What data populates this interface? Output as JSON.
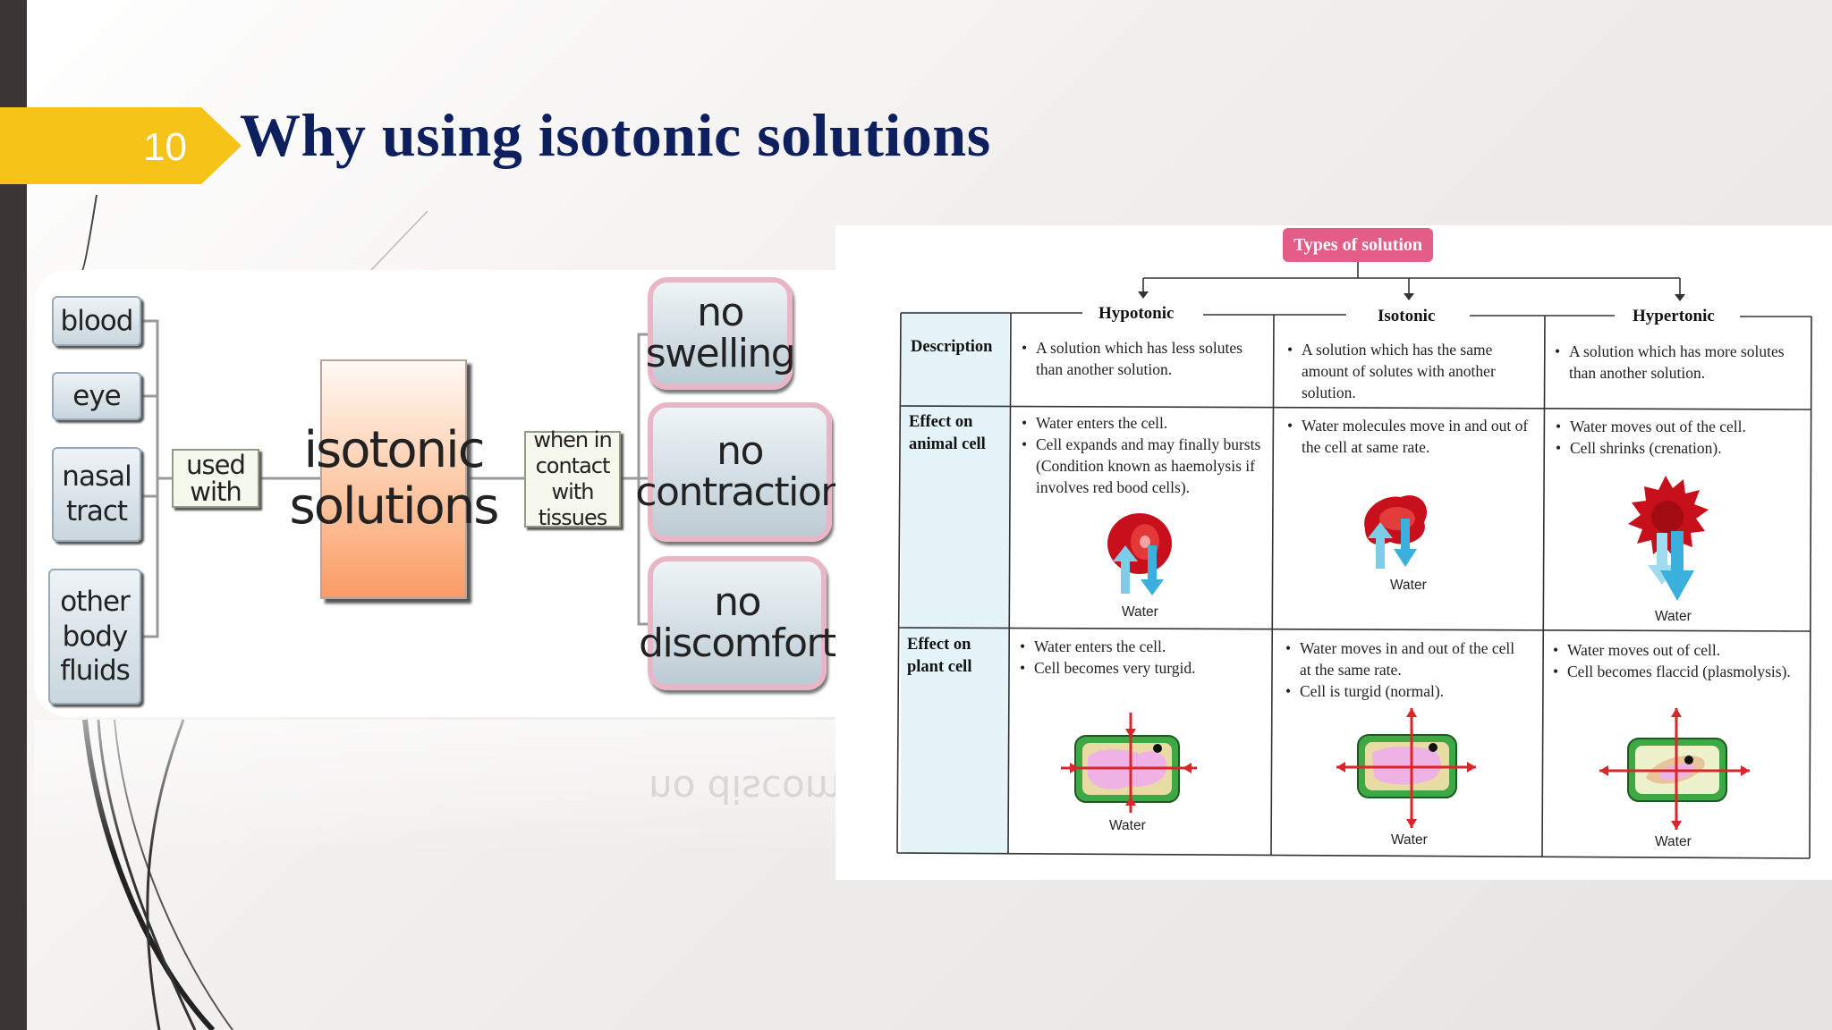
{
  "slide": {
    "number": "10",
    "title": "Why using isotonic solutions"
  },
  "concept_map": {
    "sources": [
      "blood",
      "eye",
      "nasal tract",
      "other body fluids"
    ],
    "source_lines": [
      [
        "blood"
      ],
      [
        "eye"
      ],
      [
        "nasal",
        "tract"
      ],
      [
        "other",
        "body",
        "fluids"
      ]
    ],
    "connector_used_with": "used with",
    "center": [
      "isotonic",
      "solutions"
    ],
    "connector_contact": [
      "when in",
      "contact with",
      "tissues"
    ],
    "outcomes": [
      "no swelling",
      "no contraction",
      "no discomfort"
    ]
  },
  "types_table": {
    "header": "Types of solution",
    "columns": [
      "Hypotonic",
      "Isotonic",
      "Hypertonic"
    ],
    "rows": [
      {
        "label": [
          "Description"
        ],
        "cells": [
          [
            "A solution which has less solutes than another solution."
          ],
          [
            "A solution which has the same amount of solutes with another solution."
          ],
          [
            "A solution which has more solutes than another solution."
          ]
        ]
      },
      {
        "label": [
          "Effect on",
          "animal cell"
        ],
        "cells": [
          [
            "Water enters the cell.",
            "Cell expands and may finally bursts (Condition known as haemolysis if involves red bood cells)."
          ],
          [
            "Water molecules move in and out of the cell at same rate."
          ],
          [
            "Water moves out of the cell.",
            "Cell shrinks (crenation)."
          ]
        ]
      },
      {
        "label": [
          "Effect on",
          "plant cell"
        ],
        "cells": [
          [
            "Water enters the cell.",
            "Cell becomes very turgid."
          ],
          [
            "Water moves in and out of the cell at the same rate.",
            "Cell is turgid (normal)."
          ],
          [
            "Water moves out of cell.",
            "Cell becomes flaccid (plasmolysis)."
          ]
        ]
      }
    ],
    "water_label": "Water"
  },
  "colors": {
    "title": "#0d1f5c",
    "number_tab": "#f6c418",
    "badge": "#e45d86",
    "label_column": "#e4f4f8",
    "iso_box_bottom": "#fb9c66",
    "outcome_border": "#e9b6c8",
    "left_bar": "#3b3633"
  }
}
